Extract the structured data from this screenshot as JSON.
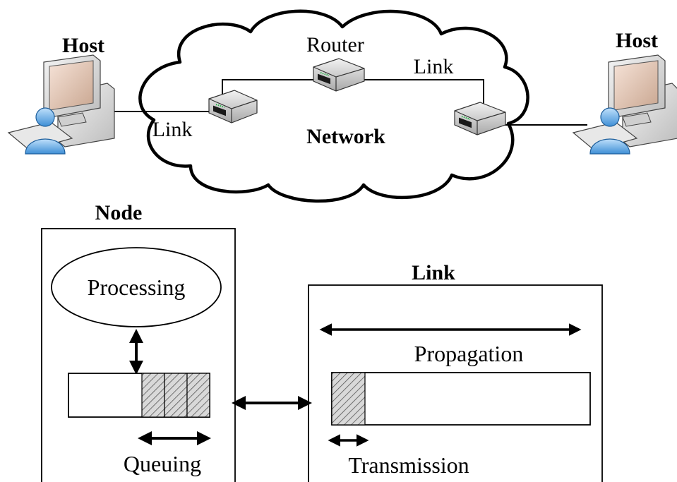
{
  "network": {
    "host_left_label": "Host",
    "host_right_label": "Host",
    "router_label": "Router",
    "link_left_label": "Link",
    "link_right_label": "Link",
    "network_label": "Network"
  },
  "node": {
    "title": "Node",
    "processing_label": "Processing",
    "queuing_label": "Queuing"
  },
  "link_box": {
    "title": "Link",
    "propagation_label": "Propagation",
    "transmission_label": "Transmission"
  },
  "icons": {
    "host": "desktop-computer-with-user-icon",
    "router": "router-icon"
  }
}
